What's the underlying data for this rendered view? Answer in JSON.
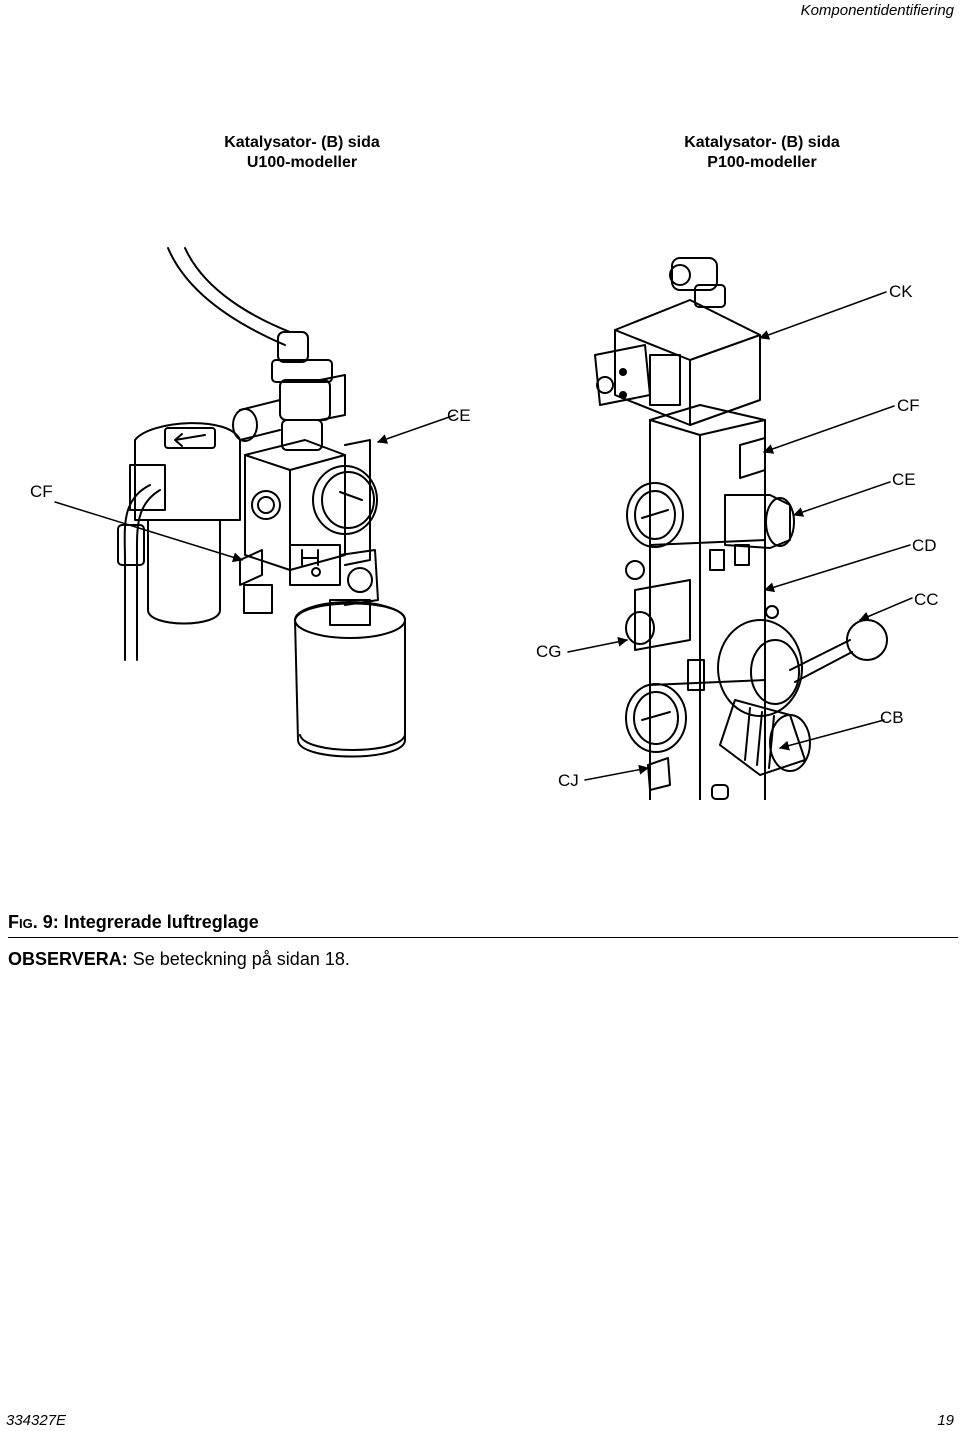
{
  "header": {
    "running_title": "Komponentidentifiering"
  },
  "columns": {
    "left": {
      "title_line1": "Katalysator- (B) sida",
      "title_line2": "U100-modeller"
    },
    "right": {
      "title_line1": "Katalysator- (B) sida",
      "title_line2": "P100-modeller"
    }
  },
  "callouts": {
    "left_ce": "CE",
    "left_cf": "CF",
    "left_cg": "CG",
    "left_cj": "CJ",
    "right_ck": "CK",
    "right_cf": "CF",
    "right_ce": "CE",
    "right_cd": "CD",
    "right_cc": "CC",
    "right_cb": "CB"
  },
  "figure": {
    "caption_prefix_first": "F",
    "caption_prefix_rest": "IG",
    "caption_rest": ". 9: Integrerade luftreglage"
  },
  "note": {
    "label": "OBSERVERA:",
    "text": " Se beteckning på sidan 18."
  },
  "footer": {
    "doc_number": "334327E",
    "page_number": "19"
  }
}
